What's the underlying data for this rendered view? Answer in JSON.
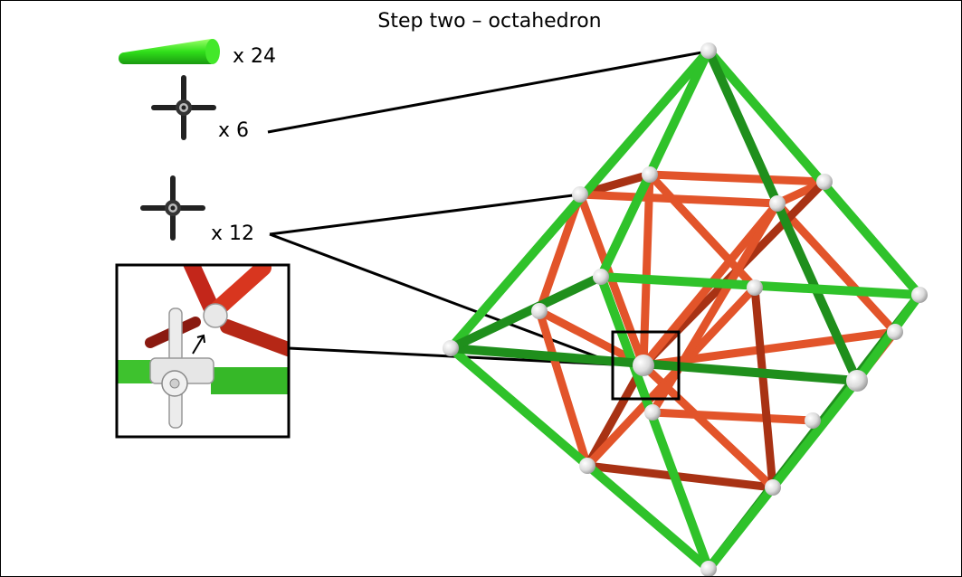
{
  "title": "Step two – octahedron",
  "parts": [
    {
      "icon": "green-rod-icon",
      "label": "x 24"
    },
    {
      "icon": "hub-connector-icon",
      "label": "x 6"
    },
    {
      "icon": "hub-connector-icon",
      "label": "x 12"
    }
  ],
  "colors": {
    "outer_rod": "#2fc22a",
    "outer_rod_dark": "#1f8f1c",
    "inner_rod": "#e2542a",
    "inner_rod_dark": "#a83214",
    "joint": "#e6e6e6",
    "connector": "#222222",
    "leader_line": "#000000"
  }
}
